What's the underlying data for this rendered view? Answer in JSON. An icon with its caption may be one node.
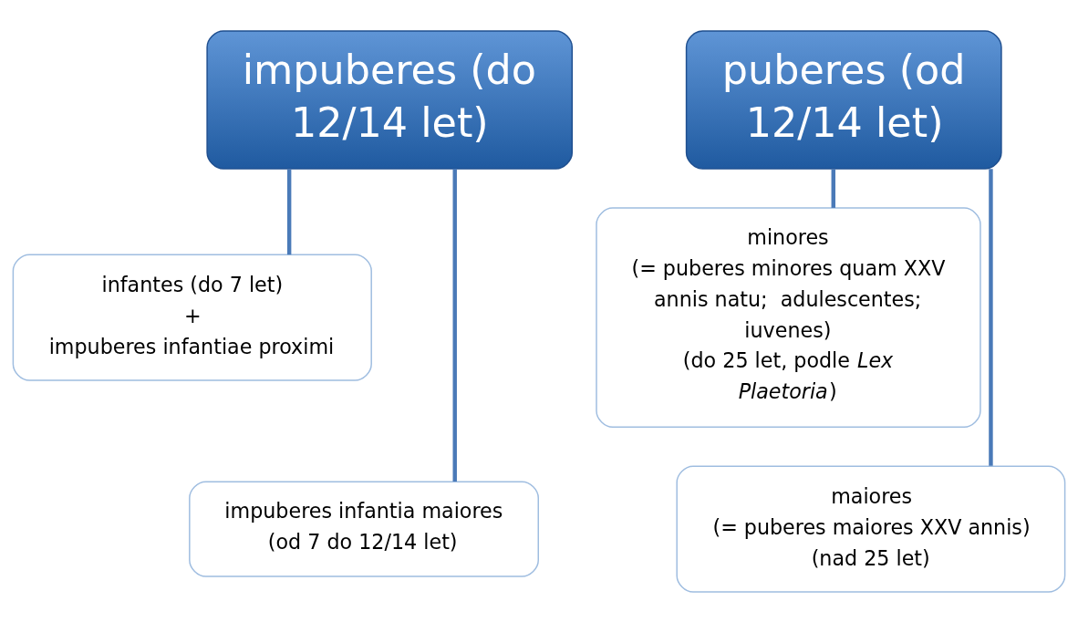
{
  "diagram": {
    "nodes": [
      {
        "text": [
          "impuberes (do 12/14 let)"
        ]
      },
      {
        "text": [
          "infantes (do 7 let)",
          "+",
          "impuberes infantiae proximi"
        ]
      },
      {
        "text": [
          "impuberes infantia maiores",
          "(od 7 do 12/14 let)"
        ]
      },
      {
        "text": [
          "puberes (od 12/14 let)"
        ]
      },
      {
        "text": [
          "minores",
          "(= puberes minores quam XXV annis natu;  adulescentes; iuvenes)",
          "(do 25 let, podle *Lex Plaetoria*)"
        ]
      },
      {
        "text": [
          "maiores",
          "(= puberes maiores XXV annis)",
          "(nad 25 let)"
        ]
      }
    ],
    "edges": [
      {
        "from": 0,
        "to": 1,
        "arrow": "none"
      },
      {
        "from": 0,
        "to": 2,
        "arrow": "none"
      },
      {
        "from": 3,
        "to": 4,
        "arrow": "none"
      },
      {
        "from": 3,
        "to": 5,
        "arrow": "none"
      }
    ]
  }
}
